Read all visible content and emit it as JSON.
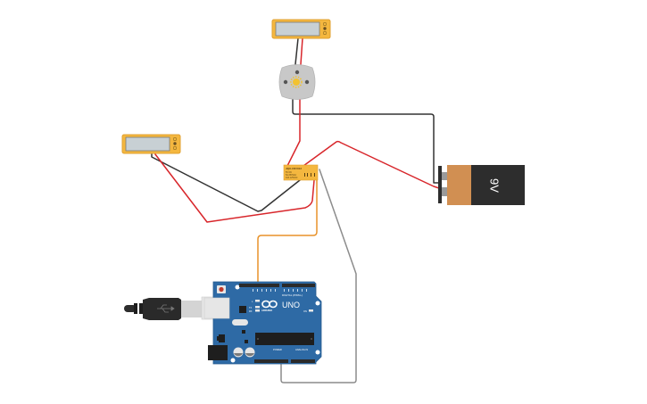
{
  "circuit": {
    "components": {
      "lcd_top": {
        "type": "display-module",
        "label": ""
      },
      "lcd_left": {
        "type": "display-module",
        "label": ""
      },
      "motor": {
        "type": "dc-motor",
        "label": ""
      },
      "relay": {
        "type": "relay",
        "line1": "JQX-15F/012",
        "line2": "5V DC",
        "line3": "5A 250VAC",
        "line4": "10A 125VAC"
      },
      "battery": {
        "type": "battery",
        "label": "9V"
      },
      "arduino": {
        "type": "arduino-uno",
        "model_label": "UNO",
        "brand_label": "ARDUINO",
        "digital_label": "DIGITAL (PWM~)",
        "power_label": "POWER",
        "analog_label": "ANALOG IN",
        "on_label": "ON",
        "l_label": "L",
        "tx_label": "TX",
        "rx_label": "RX"
      },
      "usb_cable": {
        "type": "usb-cable",
        "icon": "usb-icon"
      }
    },
    "wire_colors": {
      "red": "#d8262b",
      "black": "#333333",
      "orange": "#e8922a",
      "gray": "#8c8c8c"
    },
    "colors": {
      "module_body": "#f4b73f",
      "module_screen": "#c8d0d4",
      "board_blue": "#2e6aa5",
      "battery_copper": "#d18f52",
      "battery_dark": "#2d2d2d",
      "motor_body": "#c8c8c8",
      "motor_hub": "#f2c230"
    }
  }
}
